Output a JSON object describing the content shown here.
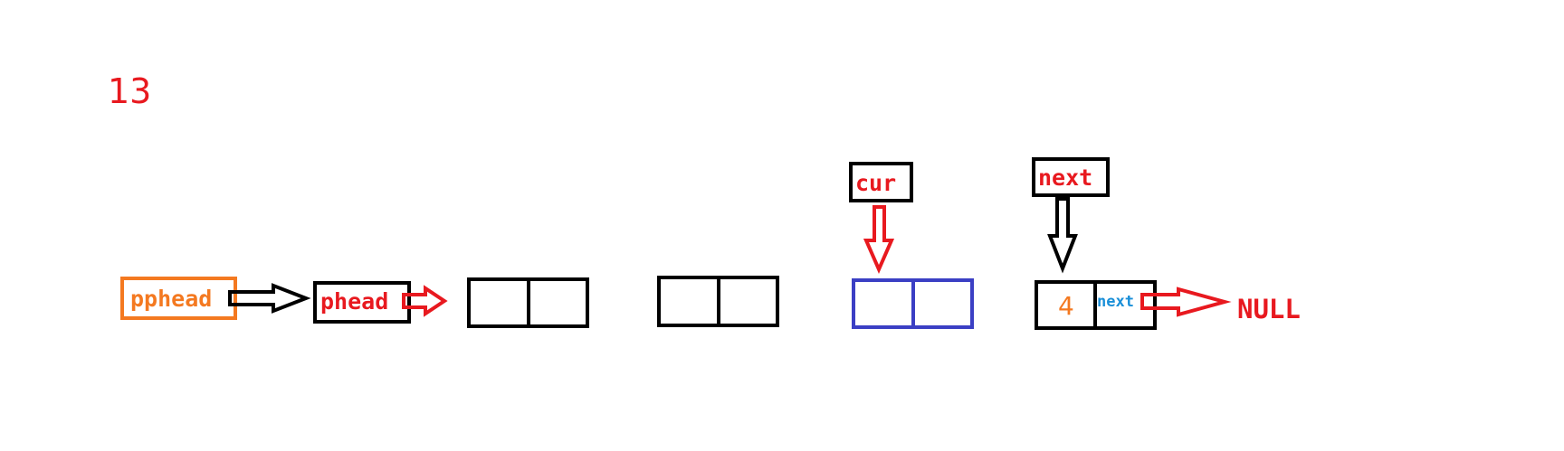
{
  "step_number": "13",
  "labels": {
    "pphead": "pphead",
    "phead": "phead",
    "cur": "cur",
    "next": "next",
    "last_node_value": "4",
    "last_node_next_field": "next",
    "null_text": "NULL"
  },
  "colors": {
    "pphead_box": "#f47920",
    "pphead_text": "#f47920",
    "pointer_text": "#e8191f",
    "node_border": "#000000",
    "cur_node_border": "#3b3fc4",
    "value_text": "#f47920",
    "next_field_text": "#1a8fd8",
    "null_text": "#e8191f",
    "step_text": "#e8191f"
  }
}
